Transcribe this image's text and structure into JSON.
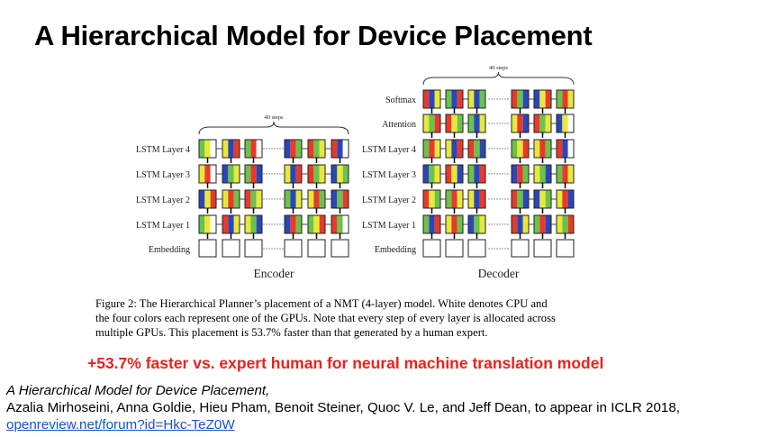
{
  "title": "A Hierarchical Model for Device Placement",
  "diagram": {
    "encoder": {
      "label": "Encoder",
      "steps_label": "40 steps",
      "rows": [
        {
          "label": "LSTM Layer 4",
          "cells": [
            [
              "#6cc24a",
              "#e8e83a",
              "#ffffff"
            ],
            [
              "#e8e83a",
              "#2a47b8",
              "#e83a2a"
            ],
            [
              "#6cc24a",
              "#e83a2a",
              "#ffffff"
            ],
            [
              "#2a47b8",
              "#e83a2a",
              "#6cc24a"
            ],
            [
              "#e83a2a",
              "#6cc24a",
              "#e8e83a"
            ],
            [
              "#e83a2a",
              "#2a47b8",
              "#ffffff"
            ]
          ]
        },
        {
          "label": "LSTM Layer 3",
          "cells": [
            [
              "#e8e83a",
              "#e83a2a",
              "#ffffff"
            ],
            [
              "#2a47b8",
              "#6cc24a",
              "#e8e83a"
            ],
            [
              "#6cc24a",
              "#e83a2a",
              "#2a47b8"
            ],
            [
              "#e8e83a",
              "#2a47b8",
              "#e83a2a"
            ],
            [
              "#e83a2a",
              "#6cc24a",
              "#e8e83a"
            ],
            [
              "#2a47b8",
              "#e8e83a",
              "#6cc24a"
            ]
          ]
        },
        {
          "label": "LSTM Layer 2",
          "cells": [
            [
              "#2a47b8",
              "#e8e83a",
              "#e83a2a"
            ],
            [
              "#e8e83a",
              "#e83a2a",
              "#6cc24a"
            ],
            [
              "#e83a2a",
              "#6cc24a",
              "#e8e83a"
            ],
            [
              "#6cc24a",
              "#2a47b8",
              "#e8e83a"
            ],
            [
              "#e8e83a",
              "#e83a2a",
              "#6cc24a"
            ],
            [
              "#2a47b8",
              "#6cc24a",
              "#e83a2a"
            ]
          ]
        },
        {
          "label": "LSTM Layer 1",
          "cells": [
            [
              "#6cc24a",
              "#e8e83a",
              "#ffffff"
            ],
            [
              "#e83a2a",
              "#2a47b8",
              "#e8e83a"
            ],
            [
              "#e8e83a",
              "#6cc24a",
              "#2a47b8"
            ],
            [
              "#2a47b8",
              "#e83a2a",
              "#6cc24a"
            ],
            [
              "#6cc24a",
              "#e8e83a",
              "#e83a2a"
            ],
            [
              "#e83a2a",
              "#6cc24a",
              "#ffffff"
            ]
          ]
        }
      ],
      "embedding_label": "Embedding"
    },
    "decoder": {
      "label": "Decoder",
      "steps_label": "40 steps",
      "rows": [
        {
          "label": "Softmax",
          "cells": [
            [
              "#e83a2a",
              "#2a47b8",
              "#e8e83a"
            ],
            [
              "#6cc24a",
              "#2a47b8",
              "#e83a2a"
            ],
            [
              "#e8e83a",
              "#2a47b8",
              "#6cc24a"
            ],
            [
              "#e83a2a",
              "#6cc24a",
              "#2a47b8"
            ],
            [
              "#2a47b8",
              "#e8e83a",
              "#e83a2a"
            ],
            [
              "#6cc24a",
              "#e83a2a",
              "#e8e83a"
            ]
          ]
        },
        {
          "label": "Attention",
          "cells": [
            [
              "#e8e83a",
              "#6cc24a",
              "#e83a2a"
            ],
            [
              "#e83a2a",
              "#e8e83a",
              "#6cc24a"
            ],
            [
              "#6cc24a",
              "#2a47b8",
              "#e8e83a"
            ],
            [
              "#e8e83a",
              "#e83a2a",
              "#2a47b8"
            ],
            [
              "#e83a2a",
              "#6cc24a",
              "#e8e83a"
            ],
            [
              "#2a47b8",
              "#e8e83a",
              "#ffffff"
            ]
          ]
        },
        {
          "label": "LSTM Layer 4",
          "cells": [
            [
              "#6cc24a",
              "#e83a2a",
              "#e8e83a"
            ],
            [
              "#e8e83a",
              "#2a47b8",
              "#e83a2a"
            ],
            [
              "#e83a2a",
              "#6cc24a",
              "#2a47b8"
            ],
            [
              "#6cc24a",
              "#e8e83a",
              "#e83a2a"
            ],
            [
              "#e8e83a",
              "#e83a2a",
              "#6cc24a"
            ],
            [
              "#e83a2a",
              "#2a47b8",
              "#ffffff"
            ]
          ]
        },
        {
          "label": "LSTM Layer 3",
          "cells": [
            [
              "#2a47b8",
              "#6cc24a",
              "#e8e83a"
            ],
            [
              "#e83a2a",
              "#e8e83a",
              "#2a47b8"
            ],
            [
              "#6cc24a",
              "#2a47b8",
              "#e83a2a"
            ],
            [
              "#2a47b8",
              "#e83a2a",
              "#6cc24a"
            ],
            [
              "#e8e83a",
              "#6cc24a",
              "#2a47b8"
            ],
            [
              "#6cc24a",
              "#e83a2a",
              "#e8e83a"
            ]
          ]
        },
        {
          "label": "LSTM Layer 2",
          "cells": [
            [
              "#e83a2a",
              "#e8e83a",
              "#6cc24a"
            ],
            [
              "#6cc24a",
              "#e83a2a",
              "#e8e83a"
            ],
            [
              "#e8e83a",
              "#2a47b8",
              "#e83a2a"
            ],
            [
              "#e83a2a",
              "#6cc24a",
              "#2a47b8"
            ],
            [
              "#2a47b8",
              "#e8e83a",
              "#6cc24a"
            ],
            [
              "#e8e83a",
              "#e83a2a",
              "#2a47b8"
            ]
          ]
        },
        {
          "label": "LSTM Layer 1",
          "cells": [
            [
              "#6cc24a",
              "#2a47b8",
              "#e83a2a"
            ],
            [
              "#e8e83a",
              "#e83a2a",
              "#6cc24a"
            ],
            [
              "#2a47b8",
              "#6cc24a",
              "#e8e83a"
            ],
            [
              "#e83a2a",
              "#2a47b8",
              "#e8e83a"
            ],
            [
              "#6cc24a",
              "#e83a2a",
              "#2a47b8"
            ],
            [
              "#e8e83a",
              "#6cc24a",
              "#e83a2a"
            ]
          ]
        }
      ],
      "embedding_label": "Embedding"
    }
  },
  "caption_lines": [
    "Figure 2: The Hierarchical Planner’s placement of a NMT (4-layer) model. White denotes CPU and",
    "the four colors each represent one of the GPUs. Note that every step of every layer is allocated across",
    "multiple GPUs. This placement is 53.7% faster than that generated by a human expert."
  ],
  "highlight": "+53.7% faster vs. expert human for neural machine translation  model",
  "reference": {
    "title": "A Hierarchical Model for Device Placement,",
    "authors": "Azalia Mirhoseini, Anna Goldie, Hieu Pham, Benoit Steiner, Quoc V. Le, and Jeff Dean, to appear in ICLR 2018,",
    "link": "openreview.net/forum?id=Hkc-TeZ0W"
  },
  "colors": {
    "highlight": "#e8231c",
    "link": "#1155cc",
    "gpu_red": "#e83a2a",
    "gpu_yellow": "#e8e83a",
    "gpu_green": "#6cc24a",
    "gpu_blue": "#2a47b8",
    "cpu_white": "#ffffff"
  }
}
